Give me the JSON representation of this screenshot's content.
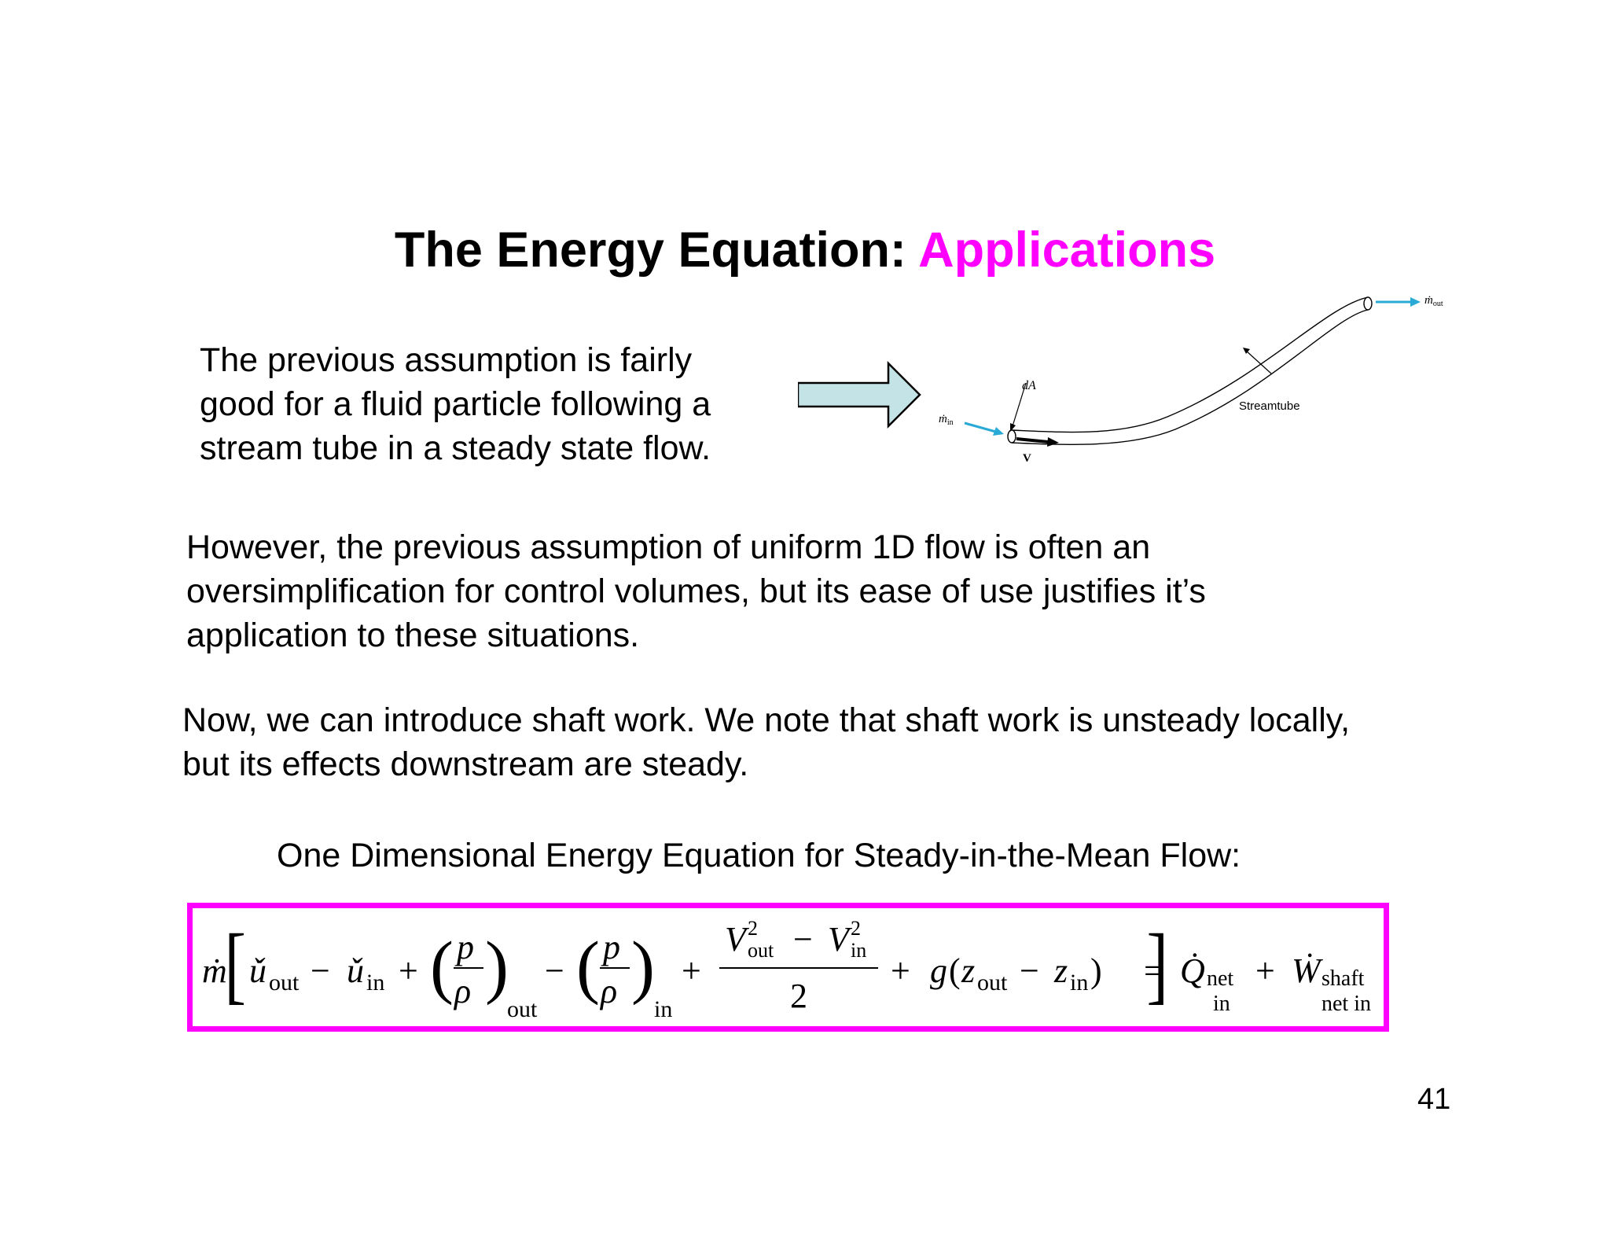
{
  "slide": {
    "title_main": "The Energy Equation: ",
    "title_accent": "Applications",
    "title_accent_color": "#ff00ff",
    "intro_lines": [
      "The previous assumption is fairly",
      "good for a fluid particle following a",
      "stream tube in a steady state flow."
    ],
    "however_lines": [
      "However, the previous assumption of uniform 1D flow is often an",
      "oversimplification for control volumes, but its ease of use justifies it’s",
      "application to these situations."
    ],
    "now_lines": [
      "Now, we can introduce shaft work.  We note that shaft work is unsteady locally,",
      "but its effects downstream are steady."
    ],
    "equation_label": "One Dimensional Energy Equation for Steady-in-the-Mean Flow:",
    "page_number": "41"
  },
  "figure": {
    "arrow_icon": "right-block-arrow-icon",
    "arrow_fill": "#c4e3e6",
    "flow_arrow_color": "#29a9d6",
    "m_in": "ṁ",
    "m_in_sub": "in",
    "m_out": "ṁ",
    "m_out_sub": "out",
    "dA": "dA",
    "V": "V",
    "streamtube": "Streamtube"
  },
  "equation": {
    "border_color": "#ff00ff",
    "m_dot": "ṁ",
    "lbracket": "[",
    "rbracket": "]",
    "u": "ǔ",
    "out": "out",
    "in": "in",
    "minus": "−",
    "plus": "+",
    "equals": "=",
    "lparen": "(",
    "rparen": ")",
    "p": "p",
    "rho": "ρ",
    "V": "V",
    "sq": "2",
    "two": "2",
    "g": "g",
    "z": "z",
    "Q_dot": "Q̇",
    "net": "net",
    "W_dot": "Ẇ",
    "shaft": "shaft",
    "net_in": "net in"
  }
}
